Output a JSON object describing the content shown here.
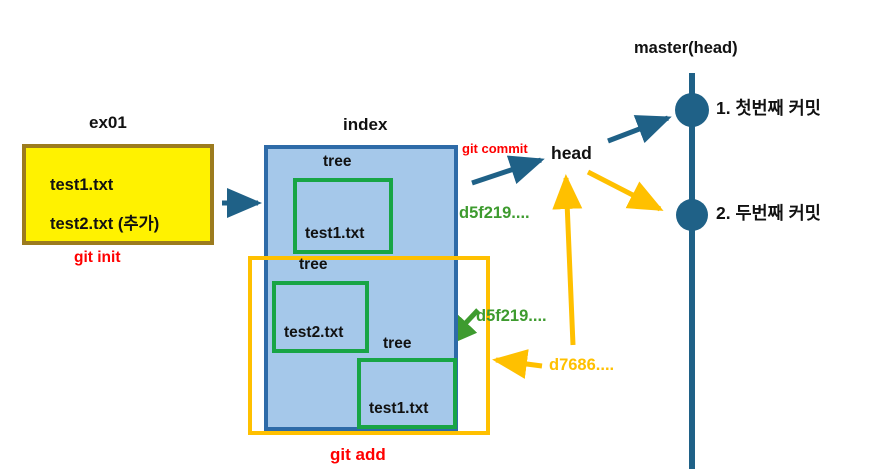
{
  "diagram": {
    "title_semantics": "git workflow: working directory, index/staging, commits",
    "workspace": {
      "label": "ex01",
      "command_label": "git init",
      "files": [
        "test1.txt",
        "test2.txt (추가)"
      ]
    },
    "index": {
      "label": "index",
      "command_label": "git add",
      "tree_label_top": "tree",
      "tree_label_mid": "tree",
      "tree_label_inner": "tree",
      "blob_top": "test1.txt",
      "blob_mid": "test2.txt",
      "blob_inner": "test1.txt"
    },
    "hashes": {
      "tree_hash_first": "d5f219....",
      "tree_hash_second": "d5f219....",
      "commit_hash": "d7686...."
    },
    "commit_action": {
      "command_label": "git commit",
      "head_label": "head"
    },
    "branch": {
      "label": "master(head)",
      "commits": [
        {
          "label": "1. 첫번째 커밋"
        },
        {
          "label": "2. 두번째 커밋"
        }
      ]
    },
    "colors": {
      "workspace_fill": "#FFF200",
      "workspace_border": "#9C7B1E",
      "index_fill": "#A5C8EA",
      "index_border": "#2E6BA8",
      "stage_border": "#FFC000",
      "blob_border": "#18A545",
      "hash_green": "#3E9B2F",
      "hash_yellow": "#FFC000",
      "command_red": "#FF0000",
      "branch_line": "#1F6187",
      "arrow_blue": "#1F6187"
    }
  }
}
